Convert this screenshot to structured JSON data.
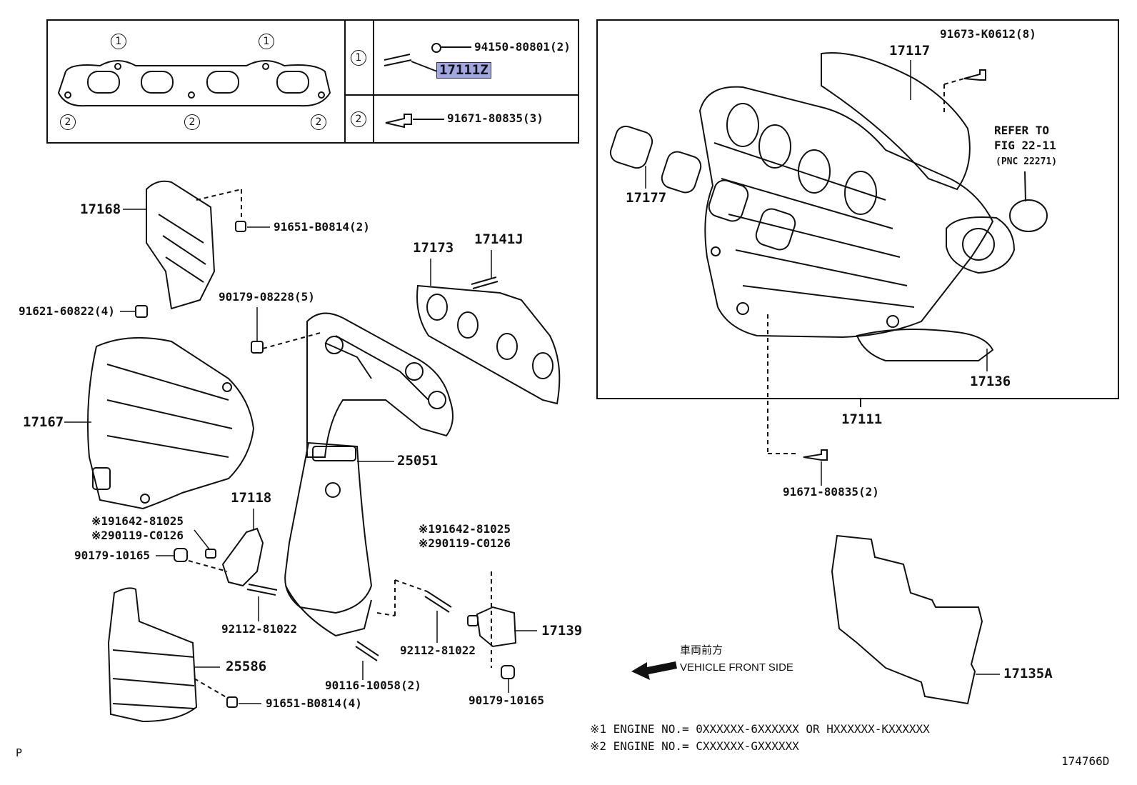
{
  "inset": {
    "circle_1": "1",
    "circle_2": "2",
    "row1_part_a": "94150-80801(2)",
    "row1_part_b": "17111Z",
    "row2_part": "91671-80835(3)"
  },
  "refer": {
    "line1": "REFER TO",
    "line2": "FIG 22-11",
    "line3": "(PNC 22271)"
  },
  "labels": {
    "p17117": "17117",
    "p91673": "91673-K0612(8)",
    "p17177": "17177",
    "p17136": "17136",
    "p17111": "17111",
    "p91671b": "91671-80835(2)",
    "p17168": "17168",
    "p91651a": "91651-B0814(2)",
    "p17173": "17173",
    "p17141j": "17141J",
    "p91621": "91621-60822(4)",
    "p90179a": "90179-08228(5)",
    "p17167": "17167",
    "p25051": "25051",
    "p17118": "17118",
    "p91642a": "※191642-81025",
    "p90119a": "※290119-C0126",
    "p90179b": "90179-10165",
    "p91642b": "※191642-81025",
    "p90119b": "※290119-C0126",
    "p92112a": "92112-81022",
    "p92112b": "92112-81022",
    "p17139": "17139",
    "p25586": "25586",
    "p90116": "90116-10058(2)",
    "p91651b": "91651-B0814(4)",
    "p90179c": "90179-10165",
    "p17135a": "17135A"
  },
  "front": {
    "jp": "車両前方",
    "en": "VEHICLE FRONT SIDE"
  },
  "notes": {
    "note1": "※1 ENGINE NO.= 0XXXXXX-6XXXXXX OR HXXXXXX-KXXXXXX",
    "note2": "※2 ENGINE NO.= CXXXXXX-GXXXXXX"
  },
  "corner": {
    "left": "P",
    "code": "174766D"
  }
}
